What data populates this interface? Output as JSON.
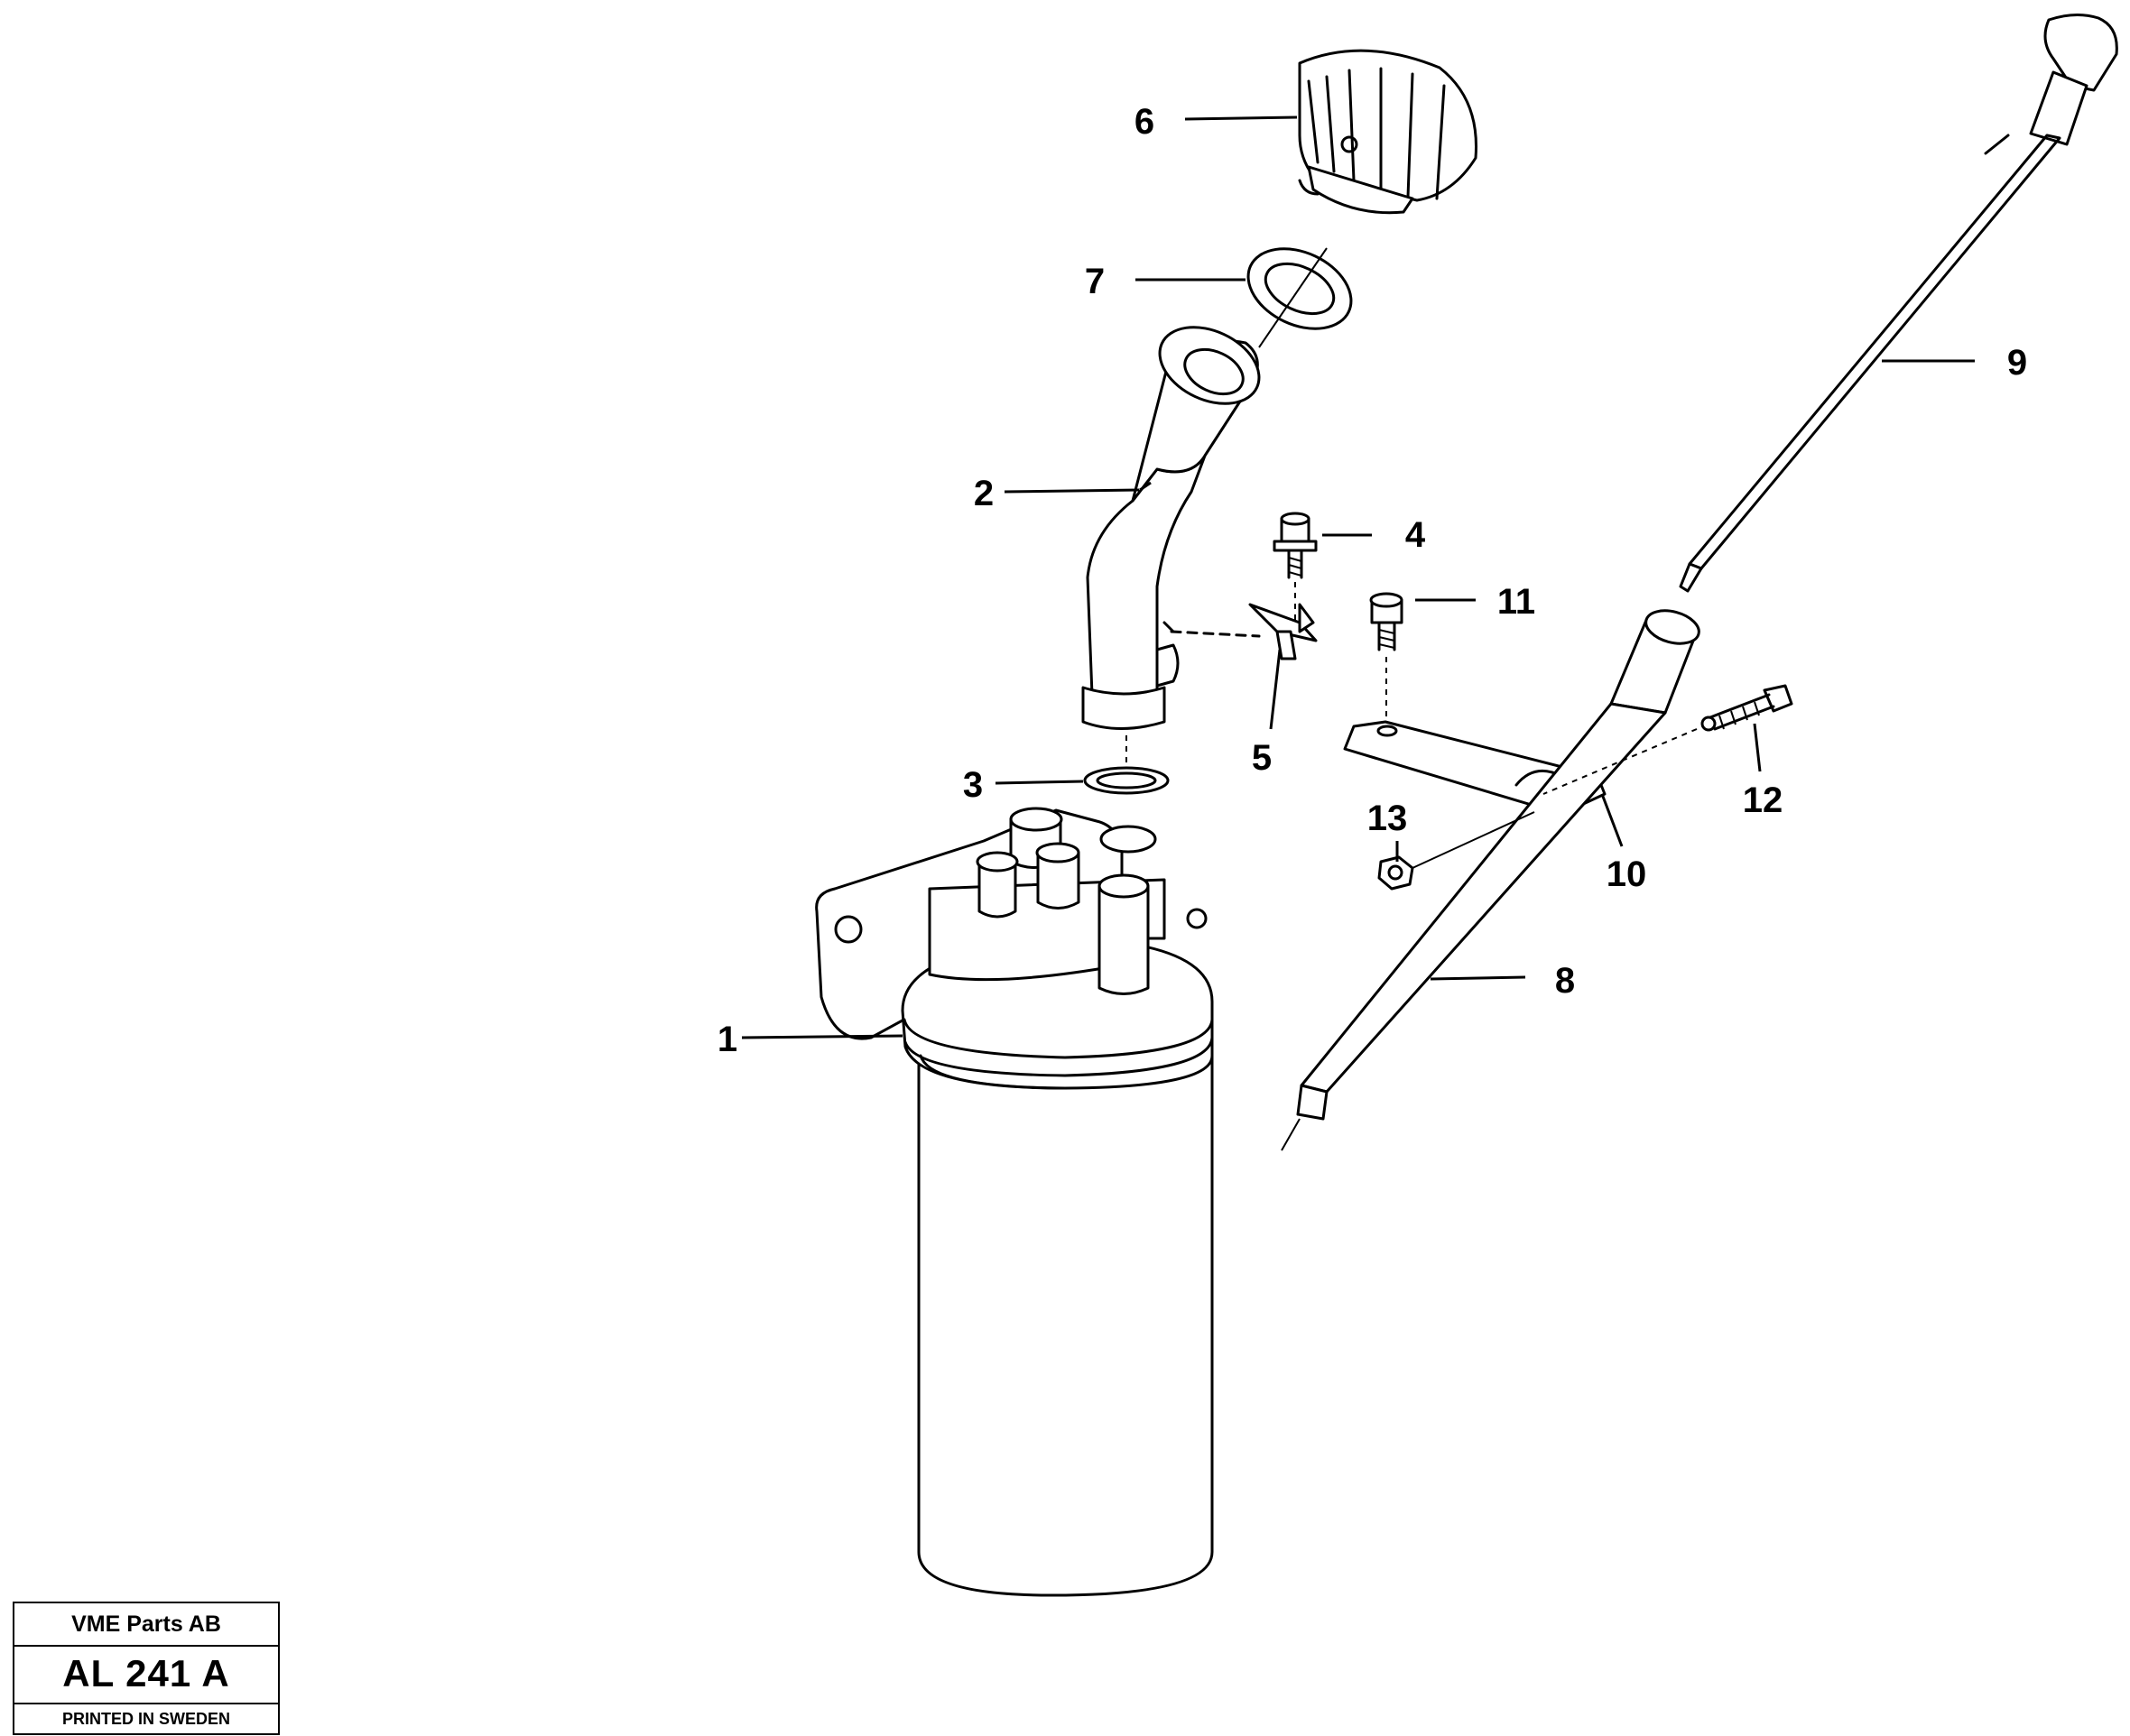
{
  "title_block": {
    "company": "VME Parts AB",
    "drawing_code": "AL 241 A",
    "printed": "PRINTED IN SWEDEN"
  },
  "callouts": {
    "c1": "1",
    "c2": "2",
    "c3": "3",
    "c4": "4",
    "c5": "5",
    "c6": "6",
    "c7": "7",
    "c8": "8",
    "c9": "9",
    "c10": "10",
    "c11": "11",
    "c12": "12",
    "c13": "13"
  }
}
